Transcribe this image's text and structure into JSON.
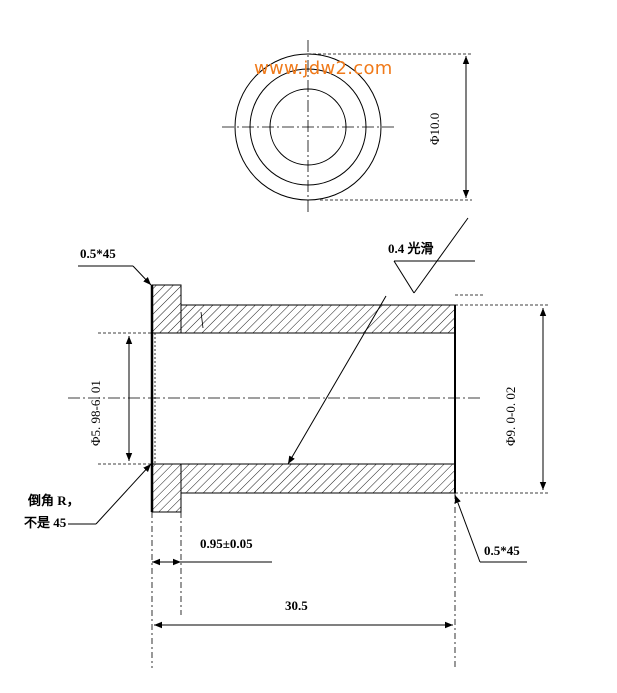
{
  "watermark": "www.jdw2.com",
  "dimensions": {
    "outer_diameter": "Φ10.0",
    "surface_finish": "0.4 光滑",
    "chamfer_top_left": "0.5*45",
    "chamfer_bottom_right": "0.5*45",
    "inner_diameter": "Φ5. 98-6. 01",
    "body_diameter": "Φ9. 0-0. 02",
    "fillet_note_line1": "倒角 R，",
    "fillet_note_line2": "不是 45",
    "flange_thickness": "0.95±0.05",
    "total_length": "30.5"
  },
  "colors": {
    "line": "#000000",
    "watermark": "#f07a1a"
  }
}
